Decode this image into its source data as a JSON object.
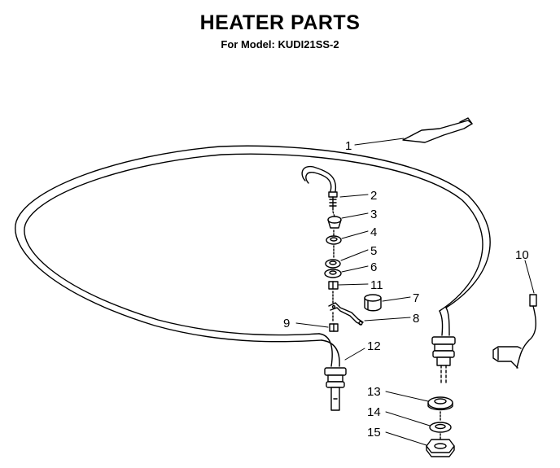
{
  "title": "HEATER PARTS",
  "subtitle": "For Model: KUDI21SS-2",
  "callouts": [
    {
      "id": "1",
      "label": "1"
    },
    {
      "id": "2",
      "label": "2"
    },
    {
      "id": "3",
      "label": "3"
    },
    {
      "id": "4",
      "label": "4"
    },
    {
      "id": "5",
      "label": "5"
    },
    {
      "id": "6",
      "label": "6"
    },
    {
      "id": "11",
      "label": "11"
    },
    {
      "id": "7",
      "label": "7"
    },
    {
      "id": "8",
      "label": "8"
    },
    {
      "id": "9",
      "label": "9"
    },
    {
      "id": "10",
      "label": "10"
    },
    {
      "id": "12",
      "label": "12"
    },
    {
      "id": "13",
      "label": "13"
    },
    {
      "id": "14",
      "label": "14"
    },
    {
      "id": "15",
      "label": "15"
    }
  ]
}
